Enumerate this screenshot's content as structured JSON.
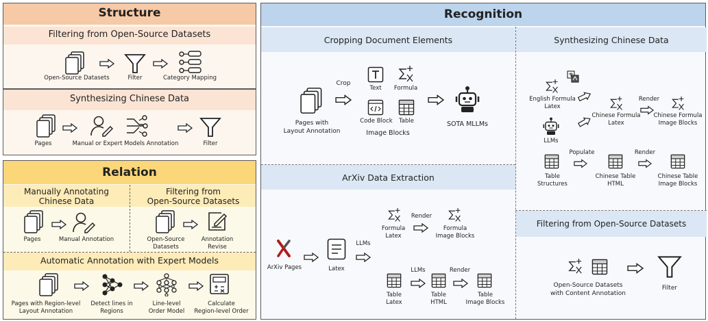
{
  "structure": {
    "title": "Structure",
    "filtering": {
      "title": "Filtering from Open-Source Datasets",
      "labels": [
        "Open-Source Datasets",
        "Filter",
        "Category Mapping"
      ]
    },
    "synth": {
      "title": "Synthesizing Chinese Data",
      "labels": [
        "Pages",
        "Manual or Expert Models Annotation",
        "Filter"
      ]
    }
  },
  "relation": {
    "title": "Relation",
    "manual": {
      "title_l1": "Manually Annotating",
      "title_l2": "Chinese Data",
      "labels": [
        "Pages",
        "Manual Annotation"
      ]
    },
    "filtering": {
      "title_l1": "Filtering from",
      "title_l2": "Open-Source Datasets",
      "label1_l1": "Open-Source",
      "label1_l2": "Datasets",
      "label2_l1": "Annotation",
      "label2_l2": "Revise"
    },
    "auto": {
      "title": "Automatic Annotation with Expert Models",
      "l1a": "Pages with Region-level",
      "l1b": "Layout Annotation",
      "l2a": "Detect lines in",
      "l2b": "Regions",
      "l3a": "Line-level",
      "l3b": "Order Model",
      "l4a": "Calculate",
      "l4b": "Region-level Order"
    }
  },
  "recognition": {
    "title": "Recognition",
    "cropping": {
      "title": "Cropping Document Elements",
      "crop": "Crop",
      "pages_l1": "Pages with",
      "pages_l2": "Layout Annotation",
      "text": "Text",
      "formula": "Formula",
      "code": "Code Block",
      "table": "Table",
      "blocks": "Image Blocks",
      "sota": "SOTA MLLMs"
    },
    "arxiv": {
      "title": "ArXiv Data Extraction",
      "pages": "ArXiv Pages",
      "latex": "Latex",
      "llms1": "LLMs",
      "render1": "Render",
      "flatex_l1": "Formula",
      "flatex_l2": "Latex",
      "fblocks_l1": "Formula",
      "fblocks_l2": "Image Blocks",
      "llms2": "LLMs",
      "render2": "Render",
      "tlatex_l1": "Table",
      "tlatex_l2": "Latex",
      "thtml_l1": "Table",
      "thtml_l2": "HTML",
      "tblocks_l1": "Table",
      "tblocks_l2": "Image Blocks"
    },
    "synth": {
      "title": "Synthesizing Chinese Data",
      "eng_l1": "English Formula",
      "eng_l2": "Latex",
      "llms": "LLMs",
      "cfl_l1": "Chinese Formula",
      "cfl_l2": "Latex",
      "render1": "Render",
      "cfb_l1": "Chinese Formula",
      "cfb_l2": "Image Blocks",
      "ts_l1": "Table",
      "ts_l2": "Structures",
      "populate": "Populate",
      "cth_l1": "Chinese Table",
      "cth_l2": "HTML",
      "render2": "Render",
      "ctb_l1": "Chinese Table",
      "ctb_l2": "Image Blocks"
    },
    "filtering": {
      "title": "Filtering from Open-Source Datasets",
      "label_l1": "Open-Source Datasets",
      "label_l2": "with Content Annotation",
      "filter": "Filter"
    }
  }
}
